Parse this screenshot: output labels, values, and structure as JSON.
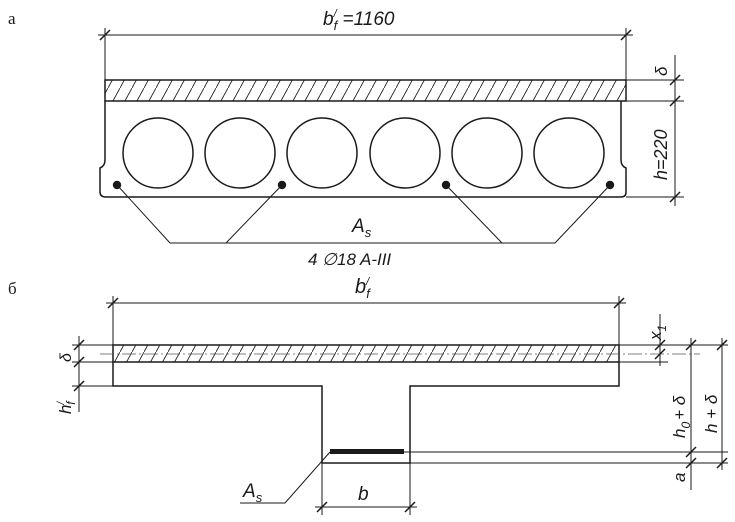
{
  "panels": {
    "a": {
      "label": "а",
      "width_dim": "b′f =1160",
      "width_dim_main": "b",
      "width_dim_prime": "/",
      "width_dim_sub": "f",
      "width_dim_value": " =1160",
      "delta_dim": "δ",
      "height_dim": "h=220",
      "rebar_label": "As",
      "rebar_label_main": "A",
      "rebar_label_sub": "s",
      "rebar_spec": "4 ∅18 A-III",
      "void_count": 6,
      "rebar_count": 4
    },
    "b": {
      "label": "б",
      "width_dim_main": "b",
      "width_dim_prime": "/",
      "width_dim_sub": "f",
      "x1_main": "x",
      "x1_sub": "1",
      "delta_dim": "δ",
      "hf_main": "h",
      "hf_prime": "/",
      "hf_sub": "f",
      "h0_main": "h",
      "h0_sub": "0",
      "h0_suffix": "+ δ",
      "h_delta": "h + δ",
      "a_dim": "a",
      "rebar_label_main": "A",
      "rebar_label_sub": "s",
      "web_dim": "b"
    }
  }
}
